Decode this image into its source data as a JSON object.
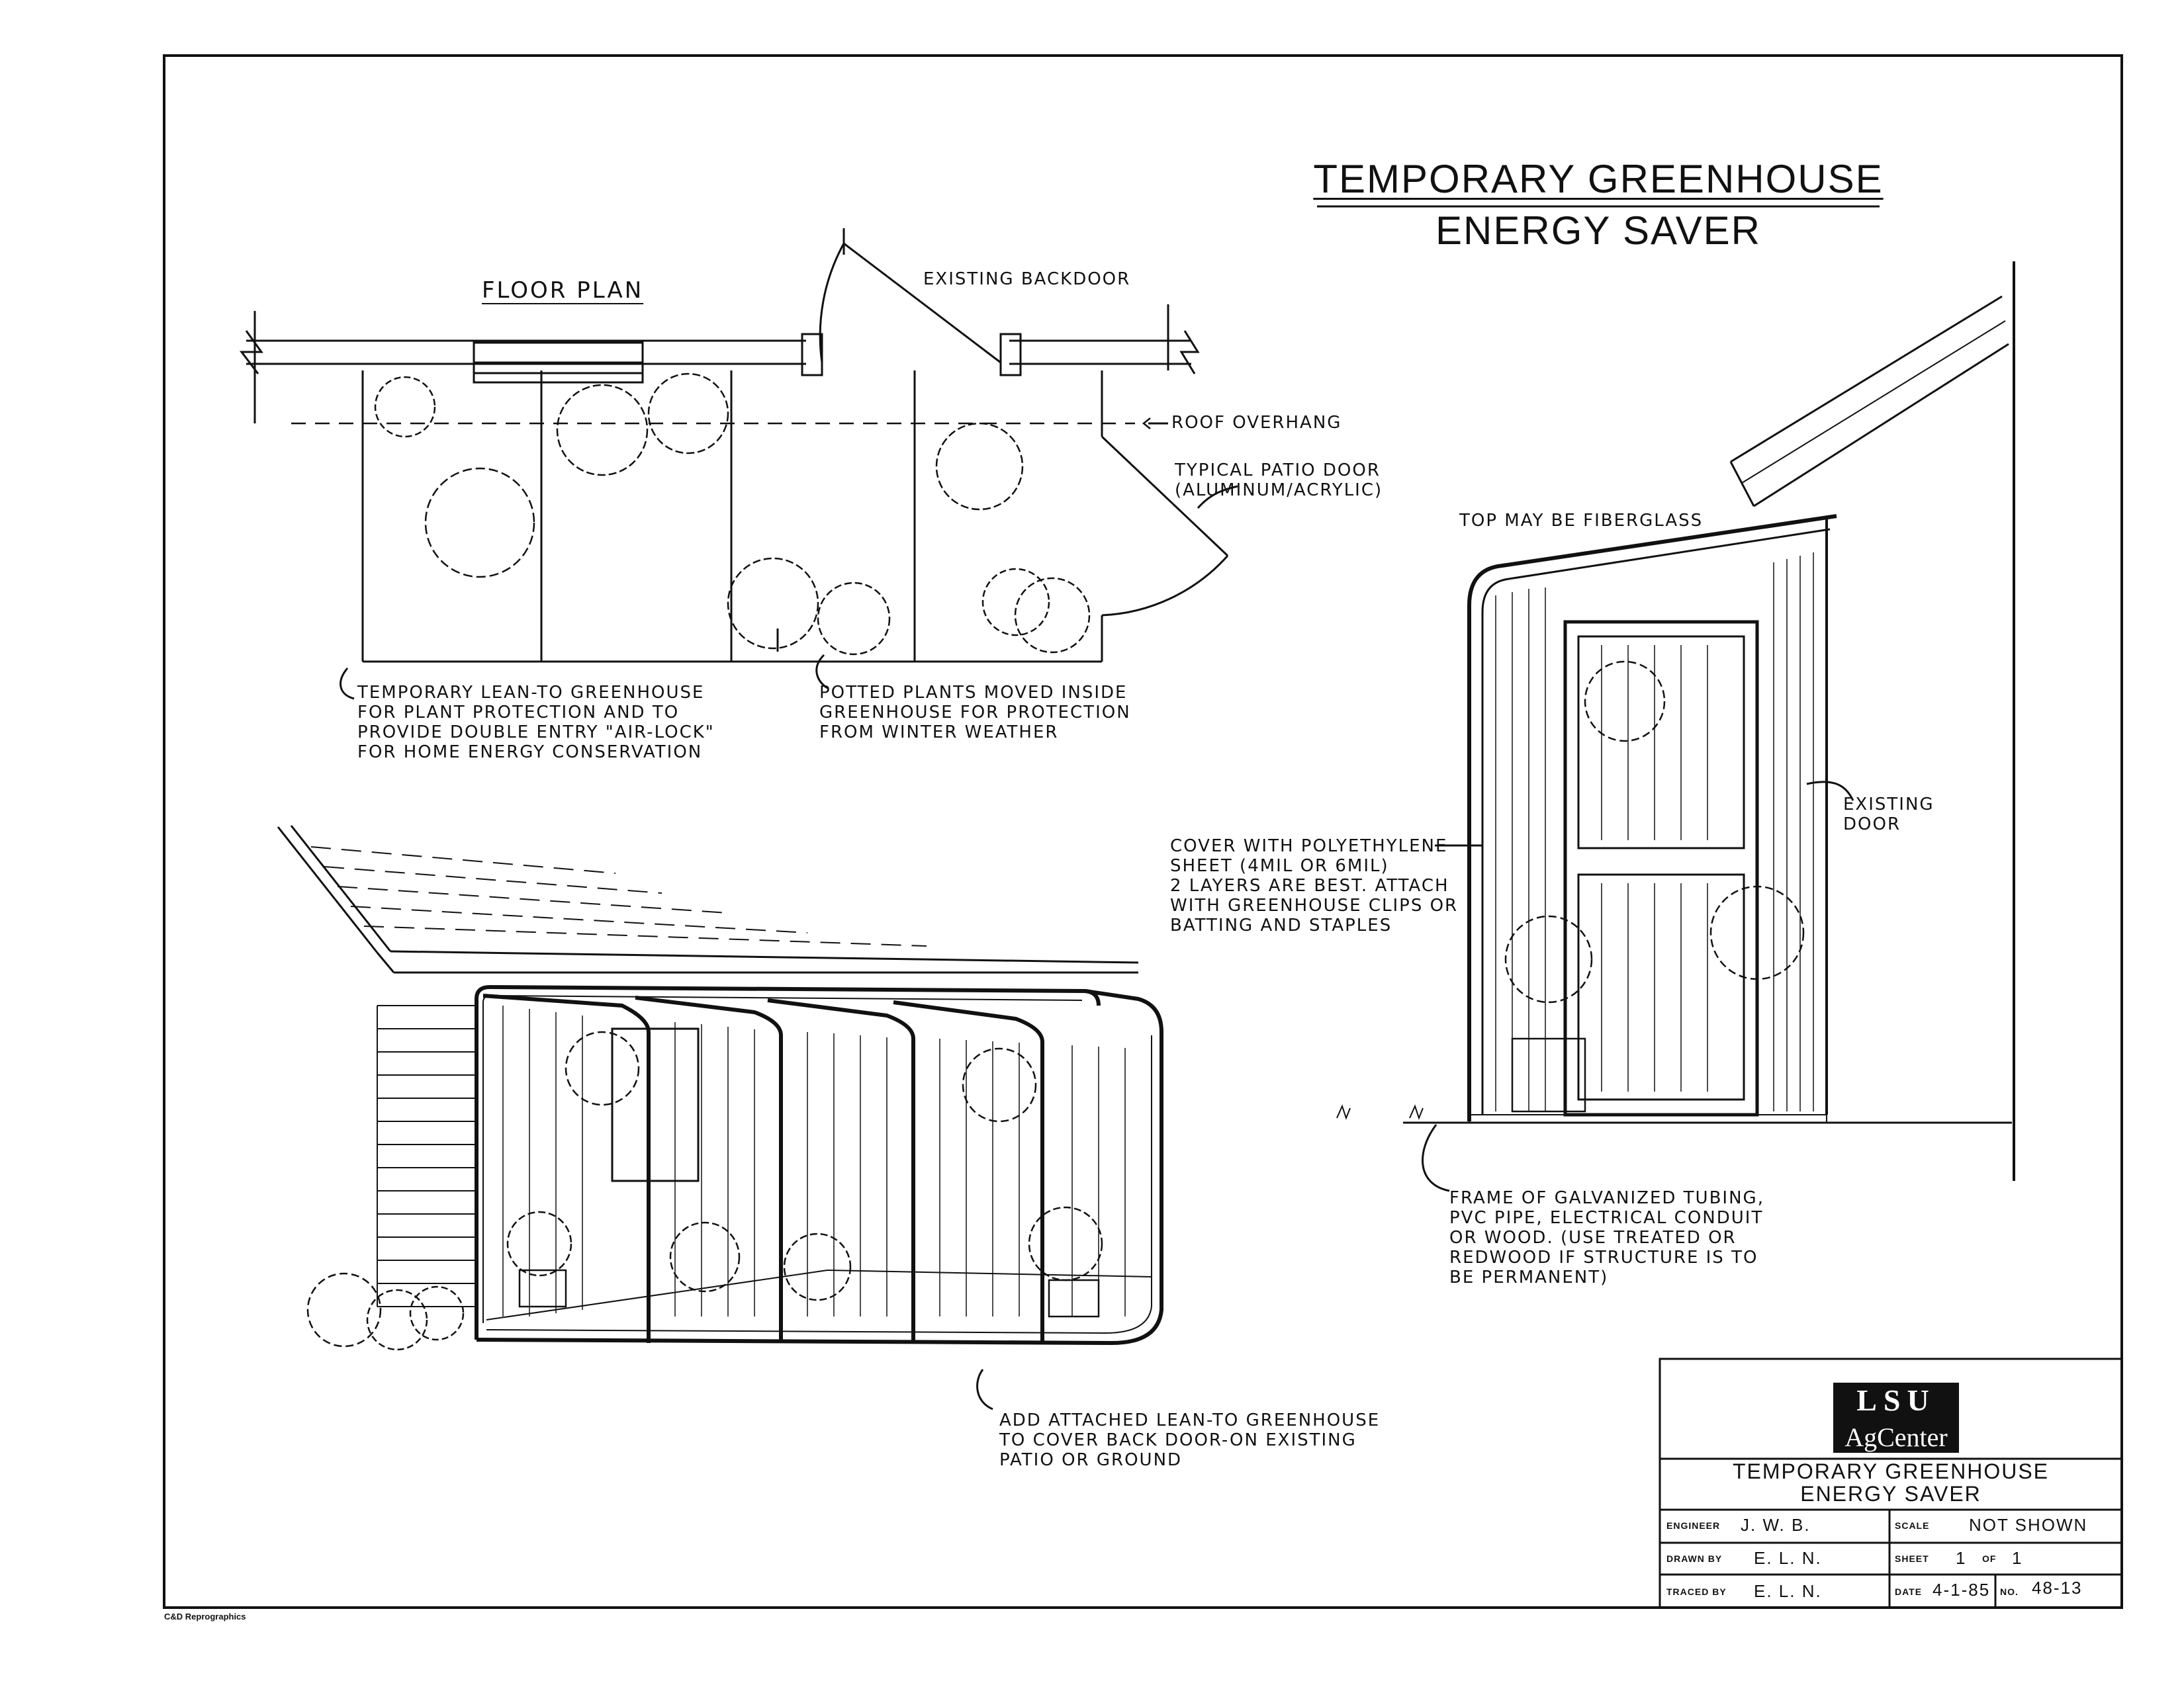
{
  "title": {
    "line1": "TEMPORARY GREENHOUSE",
    "line2": "ENERGY SAVER"
  },
  "floor_plan": {
    "heading": "FLOOR PLAN",
    "existing_backdoor": "EXISTING BACKDOOR",
    "roof_overhang": "ROOF OVERHANG",
    "patio_door": "TYPICAL PATIO DOOR\n(ALUMINUM/ACRYLIC)",
    "lean_to_note": "TEMPORARY LEAN-TO GREENHOUSE\nFOR PLANT PROTECTION AND TO\nPROVIDE DOUBLE ENTRY \"AIR-LOCK\"\nFOR HOME ENERGY CONSERVATION",
    "potted_note": "POTTED PLANTS MOVED INSIDE\nGREENHOUSE FOR PROTECTION\nFROM WINTER WEATHER"
  },
  "side_view": {
    "top_note": "TOP MAY BE FIBERGLASS",
    "existing_door": "EXISTING\nDOOR",
    "cover_note": "COVER WITH POLYETHYLENE\nSHEET (4MIL OR 6MIL)\n2 LAYERS ARE BEST. ATTACH\nWITH GREENHOUSE CLIPS OR\nBATTING AND STAPLES",
    "frame_note": "FRAME OF GALVANIZED TUBING,\nPVC PIPE, ELECTRICAL CONDUIT\nOR WOOD. (USE TREATED OR\nREDWOOD IF STRUCTURE IS TO\nBE PERMANENT)"
  },
  "perspective": {
    "note": "ADD ATTACHED LEAN-TO GREENHOUSE\nTO COVER BACK DOOR-ON EXISTING\nPATIO OR GROUND"
  },
  "title_block": {
    "logo_text": "LSU AgCenter",
    "title_line1": "TEMPORARY GREENHOUSE",
    "title_line2": "ENERGY SAVER",
    "engineer_label": "ENGINEER",
    "engineer": "J. W. B.",
    "drawn_label": "DRAWN BY",
    "drawn_by": "E. L. N.",
    "traced_label": "TRACED BY",
    "traced_by": "E. L. N.",
    "scale_label": "SCALE",
    "scale": "NOT SHOWN",
    "sheet_label": "SHEET",
    "sheet": "1",
    "of_label": "OF",
    "sheet_total": "1",
    "date_label": "DATE",
    "date": "4-1-85",
    "no_label": "NO.",
    "number": "48-13"
  },
  "footer": {
    "credit": "C&D Reprographics"
  }
}
